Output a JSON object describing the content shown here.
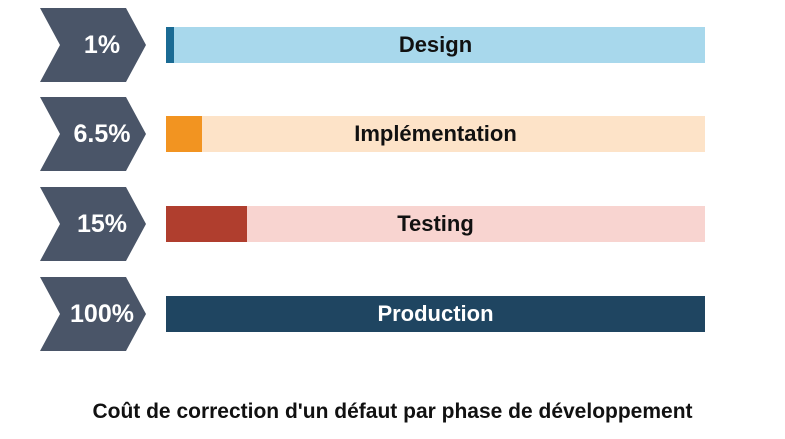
{
  "chart_data": {
    "type": "bar",
    "categories": [
      "Design",
      "Implémentation",
      "Testing",
      "Production"
    ],
    "value_labels": [
      "1%",
      "6.5%",
      "15%",
      "100%"
    ],
    "values": [
      1,
      6.5,
      15,
      100
    ],
    "xlim": [
      0,
      100
    ],
    "title": "",
    "caption": "Coût de correction d'un défaut par phase de développement",
    "xlabel": "",
    "ylabel": "",
    "grid": false,
    "legend": "none",
    "colors": {
      "chevron": "#4a5568",
      "tracks": [
        "#a8d8ec",
        "#fde3c8",
        "#f8d4d0",
        "#1f4561"
      ],
      "fills": [
        "#1a6b94",
        "#f29421",
        "#b03e2e",
        "#1f4561"
      ],
      "label_text": [
        "#111111",
        "#111111",
        "#111111",
        "#ffffff"
      ],
      "percent_text": "#ffffff"
    }
  }
}
